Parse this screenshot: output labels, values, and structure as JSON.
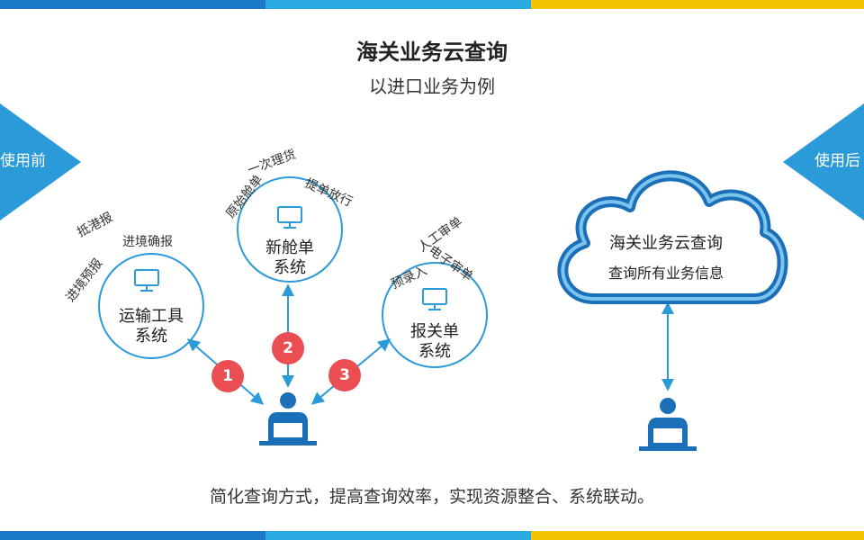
{
  "title": "海关业务云查询",
  "subtitle": "以进口业务为例",
  "left_tab": "使用前",
  "right_tab": "使用后",
  "systems": [
    {
      "line1": "运输工具",
      "line2": "系统"
    },
    {
      "line1": "新舱单",
      "line2": "系统"
    },
    {
      "line1": "报关单",
      "line2": "系统"
    }
  ],
  "annotations": {
    "transport": [
      "抵港报",
      "进境确报",
      "进境预报"
    ],
    "manifest": [
      "一次理货",
      "原始舱单",
      "提单放行"
    ],
    "declaration": [
      "人工审单",
      "预录入",
      "电子审单"
    ]
  },
  "steps": [
    "1",
    "2",
    "3"
  ],
  "cloud": {
    "line1": "海关业务云查询",
    "line2": "查询所有业务信息"
  },
  "footer": "简化查询方式，提高查询效率，实现资源整合、系统联动。",
  "colors": {
    "accent_blue": "#2b9ad8",
    "dark_blue": "#1a6fb8",
    "step_red": "#ea4e52",
    "bar_colors": [
      "#1a78c8",
      "#29abe2",
      "#f5c400"
    ]
  },
  "icons": [
    "monitor-icon",
    "user-at-computer-icon",
    "cloud-icon"
  ]
}
